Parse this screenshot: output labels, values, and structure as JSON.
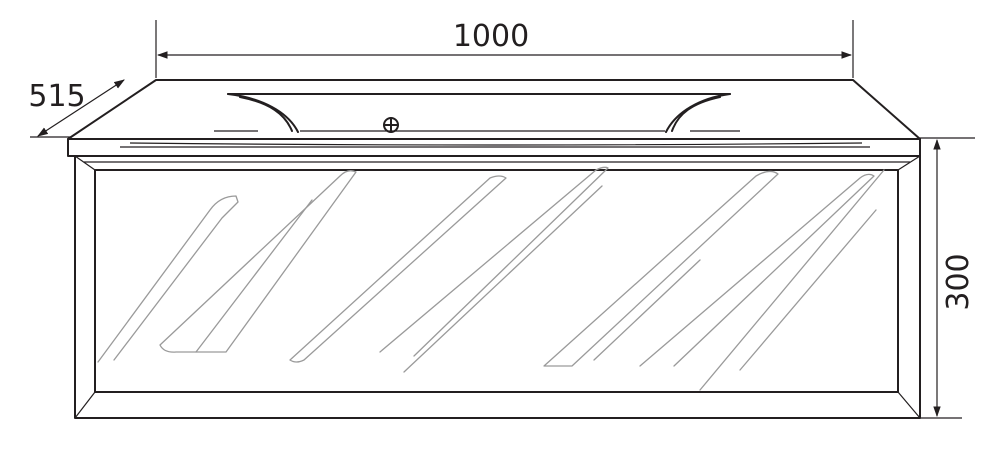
{
  "dimensions": {
    "width_label": "1000",
    "depth_label": "515",
    "height_label": "300"
  },
  "colors": {
    "line": "#231f20",
    "reflection": "#9a9a9a",
    "background": "#ffffff"
  }
}
